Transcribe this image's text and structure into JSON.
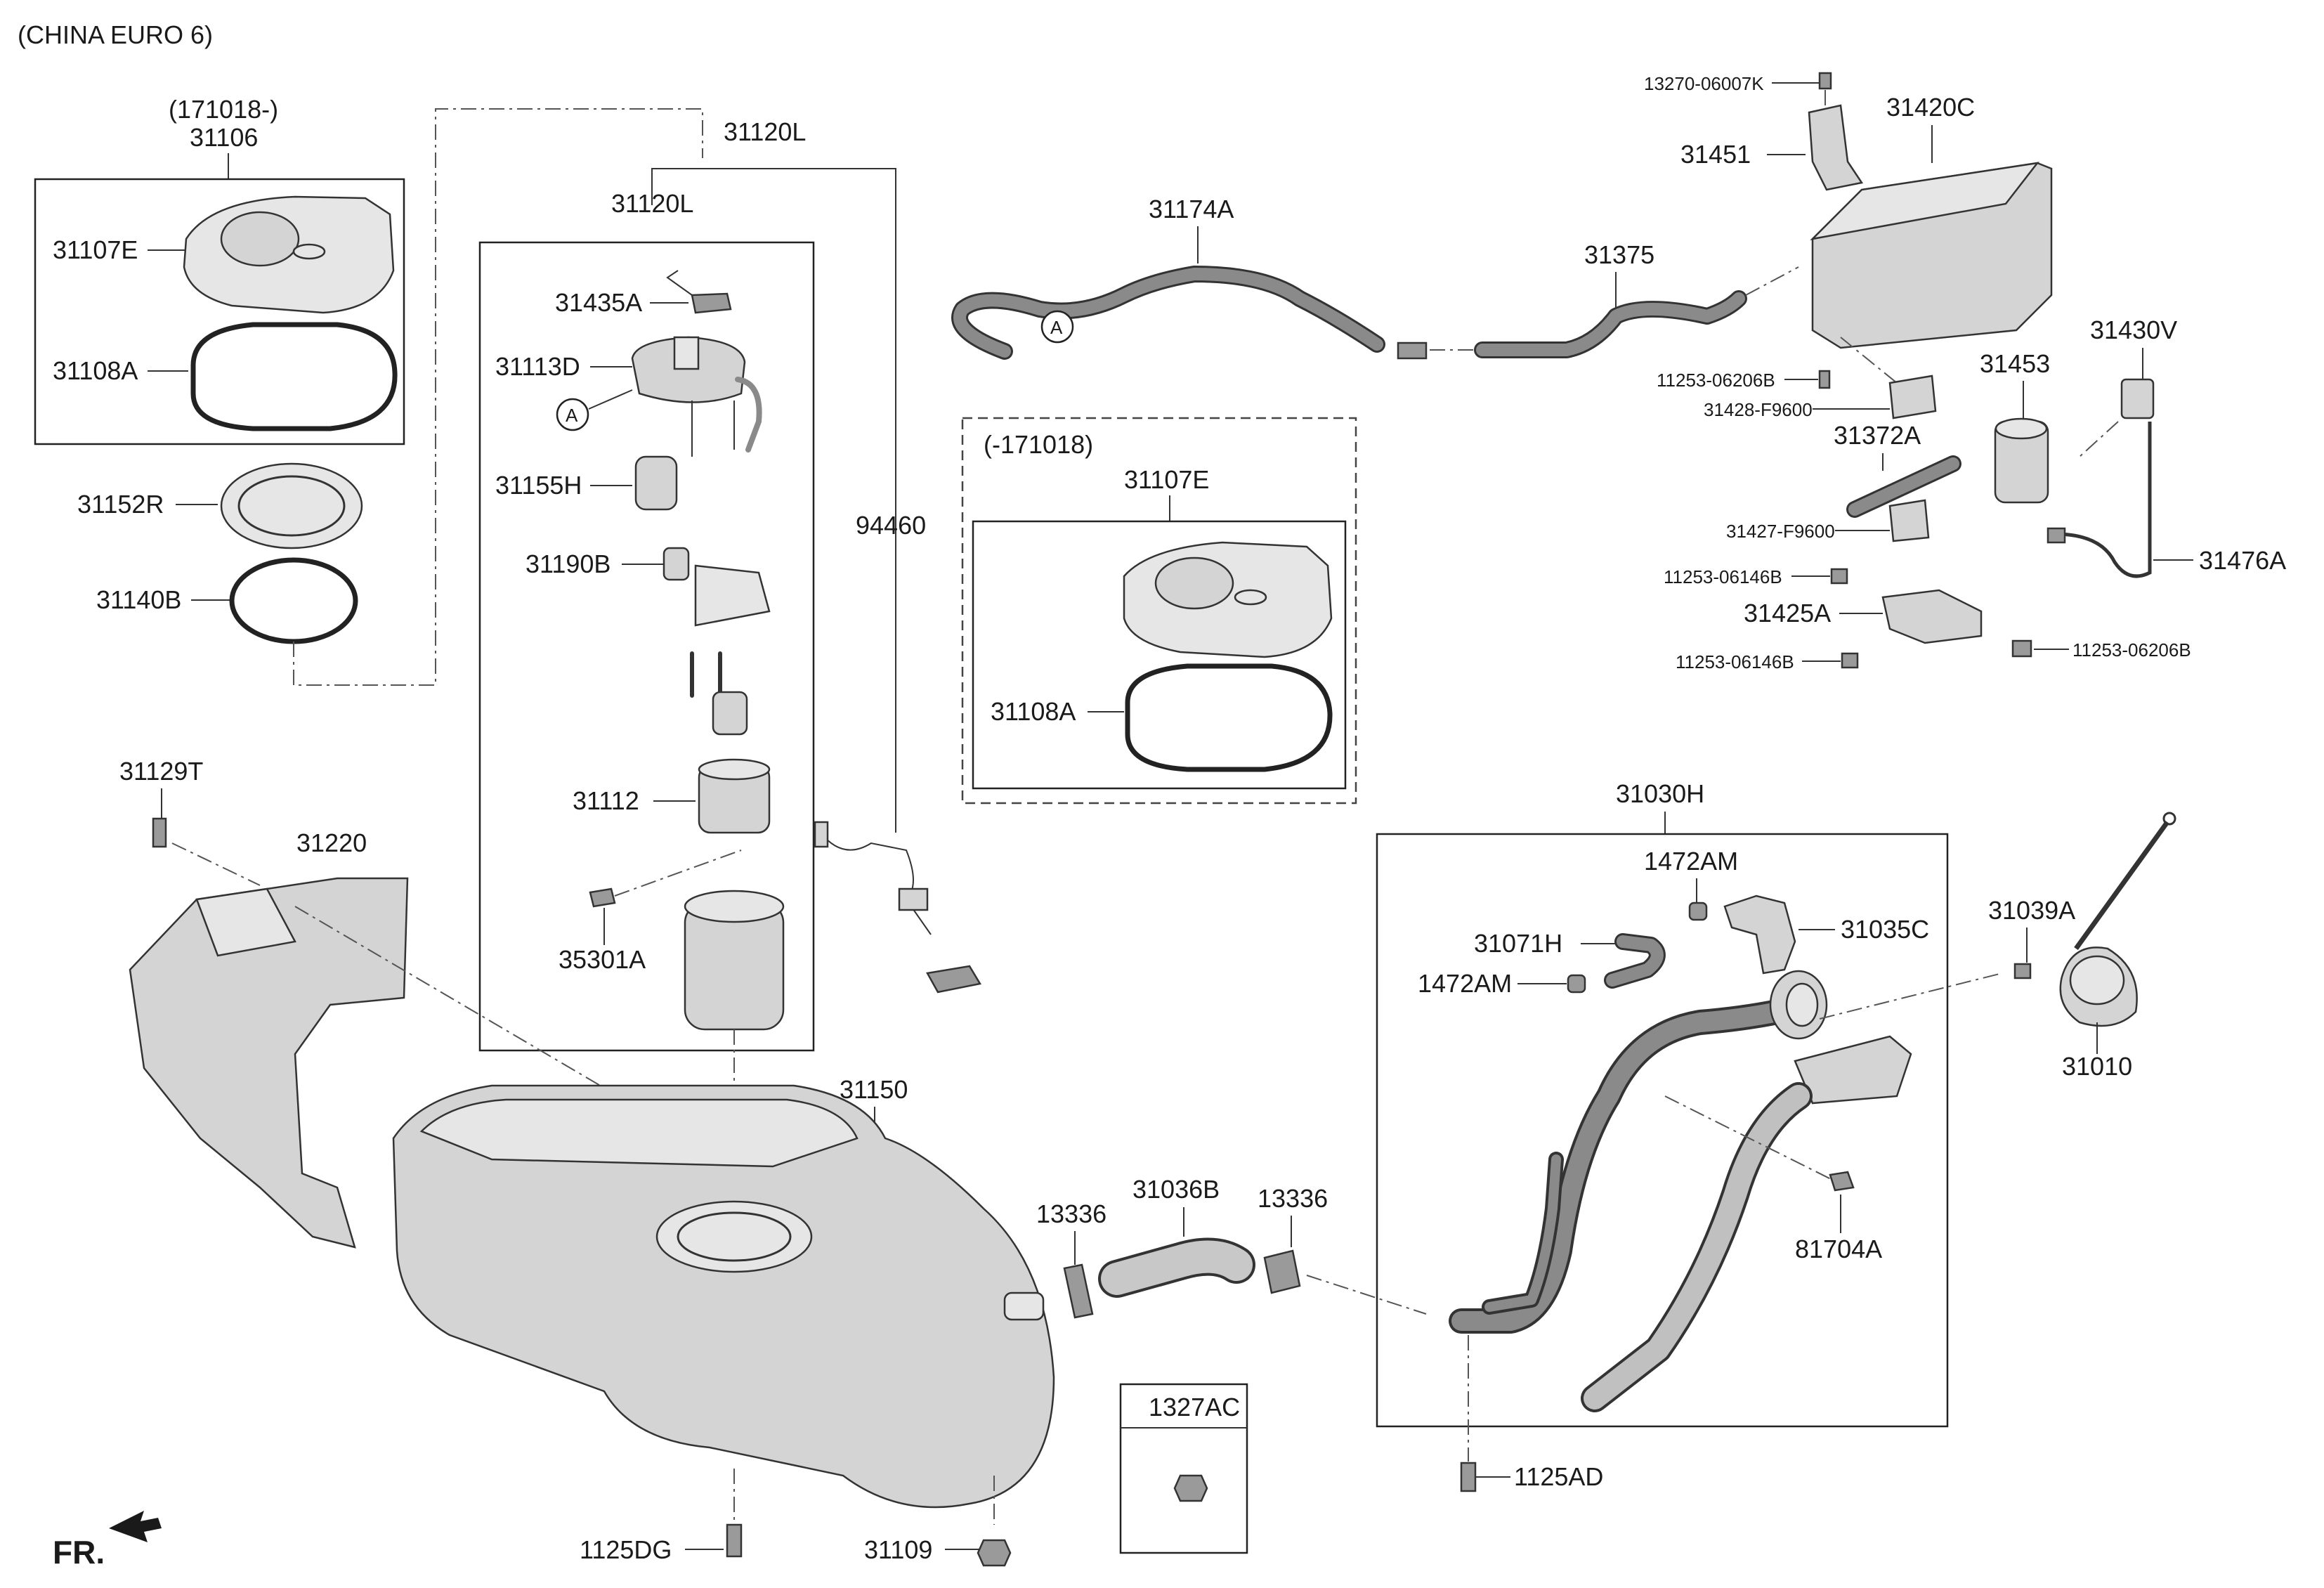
{
  "header": {
    "note": "(CHINA EURO 6)"
  },
  "callout_letter": "A",
  "orientation": {
    "label": "FR."
  },
  "boxes": {
    "reservoir_kit_range": "(171018-)",
    "reservoir_kit_old_range": "(-171018)",
    "pump_assembly_outer": "31120L",
    "pump_assembly_inner": "31120L",
    "filler_neck_assembly": "31030H",
    "nut_box": "1327AC"
  },
  "labels": {
    "p31106": "31106",
    "p31107E_a": "31107E",
    "p31108A_a": "31108A",
    "p31152R": "31152R",
    "p31140B": "31140B",
    "p31435A": "31435A",
    "p31113D": "31113D",
    "p31155H": "31155H",
    "p31190B": "31190B",
    "p31112": "31112",
    "p35301A": "35301A",
    "p94460": "94460",
    "p31107E_b": "31107E",
    "p31108A_b": "31108A",
    "p31174A": "31174A",
    "p31375": "31375",
    "p13270": "13270-06007K",
    "p31451": "31451",
    "p31420C": "31420C",
    "p11253_06206B_a": "11253-06206B",
    "p31428": "31428-F9600",
    "p31430V": "31430V",
    "p31453": "31453",
    "p31372A": "31372A",
    "p31427": "31427-F9600",
    "p11253_06146B_a": "11253-06146B",
    "p31476A": "31476A",
    "p31425A": "31425A",
    "p11253_06146B_b": "11253-06146B",
    "p11253_06206B_b": "11253-06206B",
    "p31129T": "31129T",
    "p31220": "31220",
    "p31150": "31150",
    "p13336_a": "13336",
    "p31036B": "31036B",
    "p13336_b": "13336",
    "p1472AM_a": "1472AM",
    "p31071H": "31071H",
    "p31035C": "31035C",
    "p1472AM_b": "1472AM",
    "p81704A": "81704A",
    "p31039A": "31039A",
    "p31010": "31010",
    "p1125AD": "1125AD",
    "p1125DG": "1125DG",
    "p31109": "31109"
  }
}
